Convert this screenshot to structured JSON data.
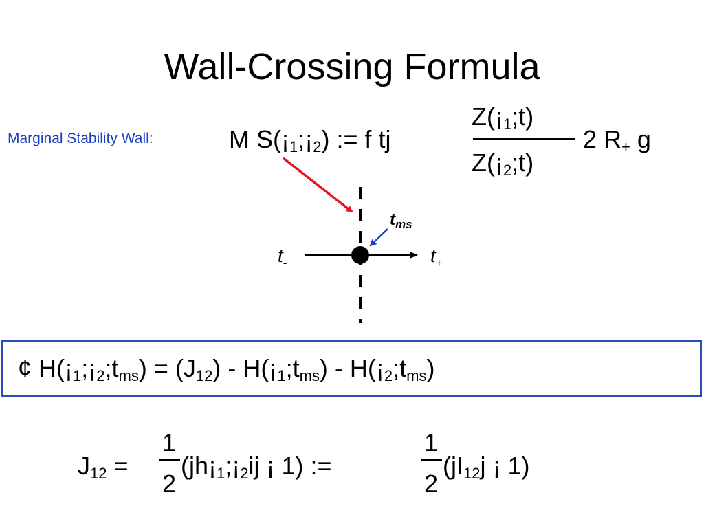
{
  "slide": {
    "title": "Wall-Crossing Formula",
    "ms_label": "Marginal Stability Wall:"
  },
  "eq1": {
    "lhs_a": "M S(¡",
    "lhs_s1": "1",
    "lhs_b": ";¡",
    "lhs_s2": "2",
    "lhs_c": ") :=  f tj",
    "num_a": "Z(¡",
    "num_s": "1",
    "num_b": ";t)",
    "den_a": "Z(¡",
    "den_s": "2",
    "den_b": ";t)",
    "rhs_a": " 2  R",
    "rhs_s": "+",
    "rhs_b": " g"
  },
  "diagram": {
    "t_minus": "t",
    "t_minus_sub": "-",
    "t_plus": "t",
    "t_plus_sub": "+",
    "tms": "t",
    "tms_sub": "ms",
    "colors": {
      "red_arrow": "#e8141d",
      "blue_arrow": "#1f3fb8"
    }
  },
  "box_eq": {
    "a": "¢ H(¡",
    "s1": "1",
    "b": ";¡",
    "s2": "2",
    "c": ";t",
    "s3": "ms",
    "d": ") =  (J",
    "s4": "12",
    "e": ") -  H(¡",
    "s5": "1",
    "f": ";t",
    "s6": "ms",
    "g": ") -  H(¡",
    "s7": "2",
    "h": ";t",
    "s8": "ms",
    "i": ")"
  },
  "eq3": {
    "j_a": "J",
    "j_s": "12",
    "j_b": " = ",
    "f1_num": "1",
    "f1_den": "2",
    "m_a": "(jh",
    "m_a2": "¡",
    "m_s1": "1",
    "m_b": ";¡",
    "m_s2": "2",
    "m_c": "ij ¡   1) :=",
    "f2_num": "1",
    "f2_den": "2",
    "r_a": "(jI",
    "r_s": "12",
    "r_b": "j ¡   1)"
  },
  "accent_color": "#2a4bb8"
}
